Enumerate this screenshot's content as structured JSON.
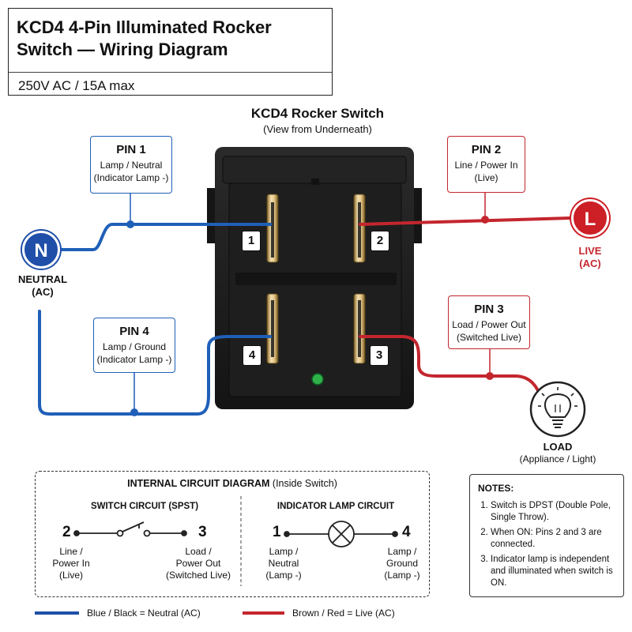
{
  "title": {
    "main": "KCD4 4-Pin Illuminated Rocker Switch — Wiring Diagram",
    "spec": "250V AC / 15A max"
  },
  "switch_heading": {
    "title": "KCD4 Rocker Switch",
    "subtitle": "(View from Underneath)"
  },
  "pins": {
    "pin1": {
      "title": "PIN 1",
      "line1": "Lamp / Neutral",
      "line2": "(Indicator Lamp -)",
      "num": "1"
    },
    "pin2": {
      "title": "PIN 2",
      "line1": "Line / Power In",
      "line2": "(Live)",
      "num": "2"
    },
    "pin3": {
      "title": "PIN 3",
      "line1": "Load / Power Out",
      "line2": "(Switched Live)",
      "num": "3"
    },
    "pin4": {
      "title": "PIN 4",
      "line1": "Lamp / Ground",
      "line2": "(Indicator Lamp -)",
      "num": "4"
    }
  },
  "neutral": {
    "symbol": "N",
    "label1": "NEUTRAL",
    "label2": "(AC)"
  },
  "live": {
    "symbol": "L",
    "label1": "LIVE",
    "label2": "(AC)"
  },
  "load": {
    "label1": "LOAD",
    "label2": "(Appliance / Light)"
  },
  "circuit": {
    "title_bold": "INTERNAL CIRCUIT DIAGRAM",
    "title_rest": " (Inside Switch)",
    "switch_title": "SWITCH CIRCUIT (SPST)",
    "lamp_title": "INDICATOR LAMP CIRCUIT",
    "sw_left_num": "2",
    "sw_right_num": "3",
    "sw_left_label": [
      "Line /",
      "Power In",
      "(Live)"
    ],
    "sw_right_label": [
      "Load /",
      "Power Out",
      "(Switched Live)"
    ],
    "lamp_left_num": "1",
    "lamp_right_num": "4",
    "lamp_left_label": [
      "Lamp /",
      "Neutral",
      "(Lamp -)"
    ],
    "lamp_right_label": [
      "Lamp /",
      "Ground",
      "(Lamp -)"
    ]
  },
  "notes": {
    "title": "NOTES:",
    "items": [
      "Switch is DPST (Double Pole, Single Throw).",
      "When ON: Pins 2 and 3 are connected.",
      "Indicator lamp is independent and illuminated when switch is ON."
    ]
  },
  "legend": {
    "neutral": "Blue / Black = Neutral (AC)",
    "live": "Brown / Red = Live (AC)"
  },
  "colors": {
    "neutral_wire": "#1f5fb8",
    "live_wire": "#c4262e",
    "switch_body": "#1b1b1b",
    "indicator": "#2fb14a"
  }
}
